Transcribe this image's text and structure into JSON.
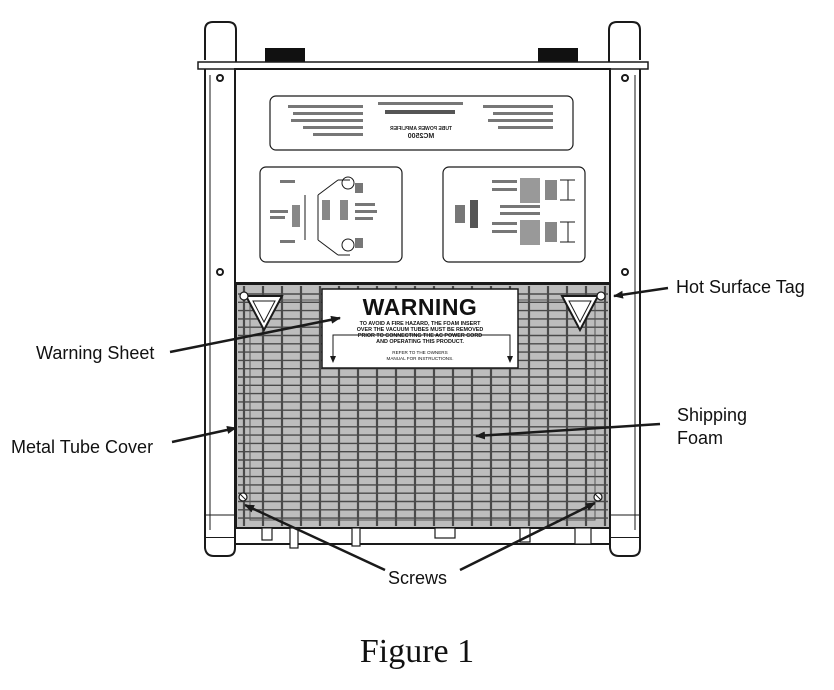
{
  "labels": {
    "hot_surface_tag": "Hot Surface Tag",
    "warning_sheet": "Warning Sheet",
    "metal_tube_cover": "Metal Tube Cover",
    "shipping_foam_line1": "Shipping",
    "shipping_foam_line2": "Foam",
    "screws": "Screws"
  },
  "warning_sheet": {
    "title": "WARNING",
    "line1": "TO AVOID A FIRE HAZARD, THE FOAM INSERT",
    "line2": "OVER THE VACUUM TUBES MUST BE REMOVED",
    "line3": "PRIOR TO CONNECTING THE AC POWER CORD",
    "line4": "AND OPERATING THIS PRODUCT.",
    "note1": "REFER TO THE OWNERS",
    "note2": "MANUAL FOR INSTRUCTIONS."
  },
  "top_label": {
    "model": "MC2500",
    "product": "TUBE POWER AMPLIFIER"
  },
  "caption": "Figure 1",
  "colors": {
    "stroke": "#1a1a1a",
    "cover_fill": "#bdbdbd",
    "grille_dark": "#4a4a4a",
    "background": "#ffffff"
  }
}
